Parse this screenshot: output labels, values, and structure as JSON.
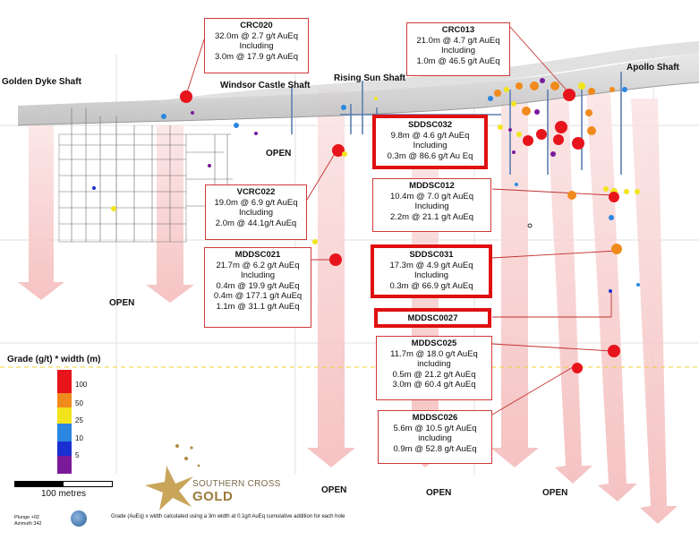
{
  "shafts": {
    "golden_dyke": "Golden Dyke Shaft",
    "windsor_castle": "Windsor Castle Shaft",
    "rising_sun": "Rising Sun Shaft",
    "apollo": "Apollo Shaft"
  },
  "open_labels": [
    "OPEN",
    "OPEN",
    "OPEN",
    "OPEN",
    "OPEN"
  ],
  "callouts": {
    "crc020": {
      "title": "CRC020",
      "lines": [
        "32.0m @ 2.7 g/t AuEq",
        "Including",
        "3.0m @ 17.9 g/t AuEq"
      ]
    },
    "crc013": {
      "title": "CRC013",
      "lines": [
        "21.0m @ 4.7 g/t AuEq",
        "Including",
        "1.0m @ 46.5 g/t AuEq"
      ]
    },
    "sddsc032": {
      "title": "SDDSC032",
      "lines": [
        "9.8m @ 4.6 g/t AuEq",
        "Including",
        "0.3m @ 86.6 g/t Au Eq"
      ]
    },
    "vcrc022": {
      "title": "VCRC022",
      "lines": [
        "19.0m @ 6.9 g/t AuEq",
        "Including",
        "2.0m @ 44.1g/t AuEq"
      ]
    },
    "mddsc012": {
      "title": "MDDSC012",
      "lines": [
        "10.4m @ 7.0 g/t AuEq",
        "Including",
        "2.2m @ 21.1 g/t AuEq"
      ]
    },
    "mddsc021": {
      "title": "MDDSC021",
      "lines": [
        "21.7m @ 6.2 g/t AuEq",
        "Including",
        "0.4m @ 19.9 g/t AuEq",
        "0.4m @ 177.1 g/t AuEq",
        "1.1m @  31.1 g/t AuEq"
      ]
    },
    "sddsc031": {
      "title": "SDDSC031",
      "lines": [
        "17.3m @ 4.9 g/t AuEq",
        "Including",
        "0.3m @ 66.9 g/t AuEq"
      ]
    },
    "mddsc0027": {
      "title": "MDDSC0027",
      "lines": []
    },
    "mddsc025": {
      "title": "MDDSC025",
      "lines": [
        "11.7m @ 18.0 g/t AuEq",
        "including",
        "0.5m @ 21.2 g/t AuEq",
        "3.0m @ 60.4 g/t AuEq"
      ]
    },
    "mddsc026": {
      "title": "MDDSC026",
      "lines": [
        "5.6m @ 10.5 g/t AuEq",
        "including",
        "0.9m @ 52.8 g/t AuEq"
      ]
    }
  },
  "legend": {
    "title": "Grade (g/t) * width (m)",
    "stops": [
      {
        "label": "100",
        "color": "#e8141c"
      },
      {
        "label": "50",
        "color": "#f08a1c"
      },
      {
        "label": "25",
        "color": "#f2e41c"
      },
      {
        "label": "10",
        "color": "#2a86e0"
      },
      {
        "label": "5",
        "color": "#1a2fd0"
      },
      {
        "label": "",
        "color": "#7a1a9a"
      }
    ]
  },
  "scale": {
    "label": "100 metres"
  },
  "logo": {
    "line1": "SOUTHERN CROSS",
    "line2": "GOLD"
  },
  "footnote": "Grade (AuEq) x width calculated using a 3m width at 0.1g/t AuEq cumulative addition for each hole",
  "orientation": {
    "plunge": "Plunge +02",
    "azimuth": "Azimuth 342"
  },
  "colors": {
    "high": "#e8141c",
    "mid_high": "#f08a1c",
    "mid": "#f2e41c",
    "low": "#2a86e0",
    "lower": "#1a2fd0",
    "lowest": "#7a1a9a",
    "callout_border": "#d23a3a",
    "arrow": "#f6c8c8"
  }
}
